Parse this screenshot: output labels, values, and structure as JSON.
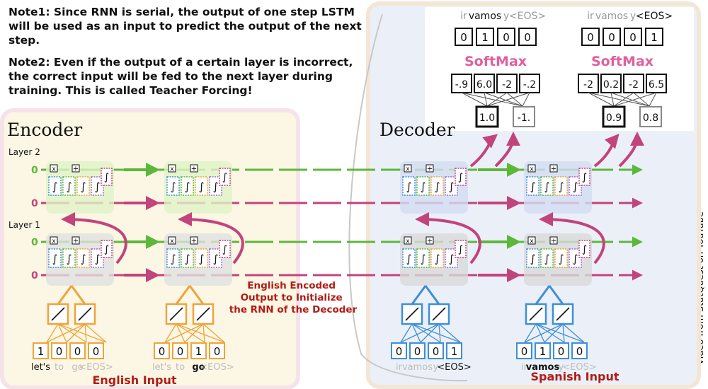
{
  "notes": {
    "note1": "Note1: Since RNN is serial, the output of one step LSTM will be used as an input to predict the output of the next step.",
    "note2": "Note2: Even if the output of a certain layer is incorrect, the correct input will be fed to the next layer during training. This is called Teacher Forcing!"
  },
  "encoder": {
    "title": "Encoder",
    "layer2_label": "Layer 2",
    "layer1_label": "Layer 1",
    "init_value": "0",
    "step1_input": [
      "1",
      "0",
      "0",
      "0"
    ],
    "step2_input": [
      "0",
      "0",
      "1",
      "0"
    ],
    "vocab": [
      "let's",
      "to",
      "go",
      "<EOS>"
    ],
    "step1_active": 0,
    "step2_active": 2,
    "bottom_label": "English Input"
  },
  "center_label": "English Encoded\nOutput to Initialize\nthe RNN of the Decoder",
  "decoder": {
    "title": "Decoder",
    "vocab": [
      "ir",
      "vamos",
      "y",
      "<EOS>"
    ],
    "step1_input": [
      "0",
      "0",
      "0",
      "1"
    ],
    "step2_input": [
      "0",
      "1",
      "0",
      "0"
    ],
    "step1_active": 3,
    "step2_active": 1,
    "bottom_label": "Spanish Input",
    "softmax_label": "SoftMax",
    "out1": {
      "onehot": [
        "0",
        "1",
        "0",
        "0"
      ],
      "logits": [
        "-.9",
        "6.0",
        "-2",
        "-.2"
      ],
      "hidden": [
        "1.0",
        "-1."
      ],
      "active_word": 1
    },
    "out2": {
      "onehot": [
        "0",
        "0",
        "0",
        "1"
      ],
      "logits": [
        "-2",
        "0.2",
        "-2",
        "6.5"
      ],
      "hidden": [
        "0.9",
        "0.8"
      ],
      "active_word": 3
    }
  },
  "lstm": {
    "forget_symbol": "x",
    "input_symbol": "+",
    "sigmoid_symbol": "∫"
  },
  "credit": "Video from StatQuest on YouTube",
  "colors": {
    "encoder_bg": "#fbf7e4",
    "decoder_bg": "#ebf0f8",
    "border": "#f6e3ea",
    "green": "#5cb83a",
    "magenta": "#c2447c",
    "orange": "#f0a33a",
    "blue": "#3e8fd6",
    "red_label": "#b21c16",
    "softmax": "#e0609e"
  }
}
